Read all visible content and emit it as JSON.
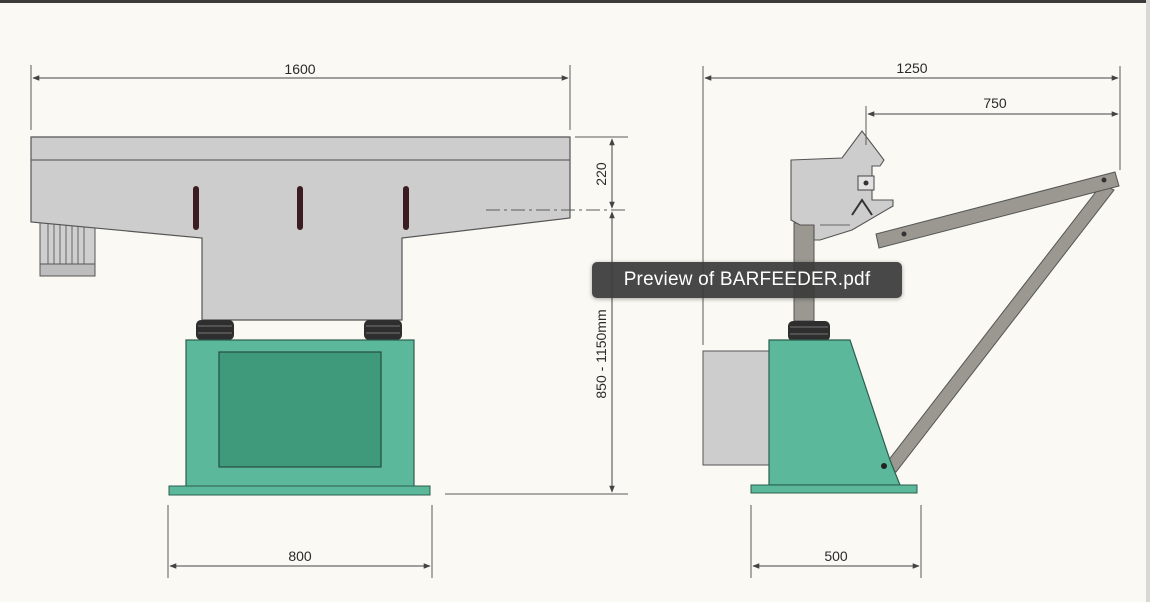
{
  "tooltip": {
    "text": "Preview of BARFEEDER.pdf"
  },
  "dimensions": {
    "front_width": "1600",
    "front_base_width": "800",
    "top_height": "220",
    "height_range": "850 - 1150mm",
    "side_width": "1250",
    "side_arm": "750",
    "side_base": "500"
  },
  "colors": {
    "paper": "#faf9f4",
    "frame": "#3c3c3c",
    "gray_body": "#cdcdcd",
    "green_base": "#5cb89b",
    "green_panel": "#3f9a7c",
    "dim_line": "#5a5a5a",
    "arm_gray": "#9a9890"
  }
}
